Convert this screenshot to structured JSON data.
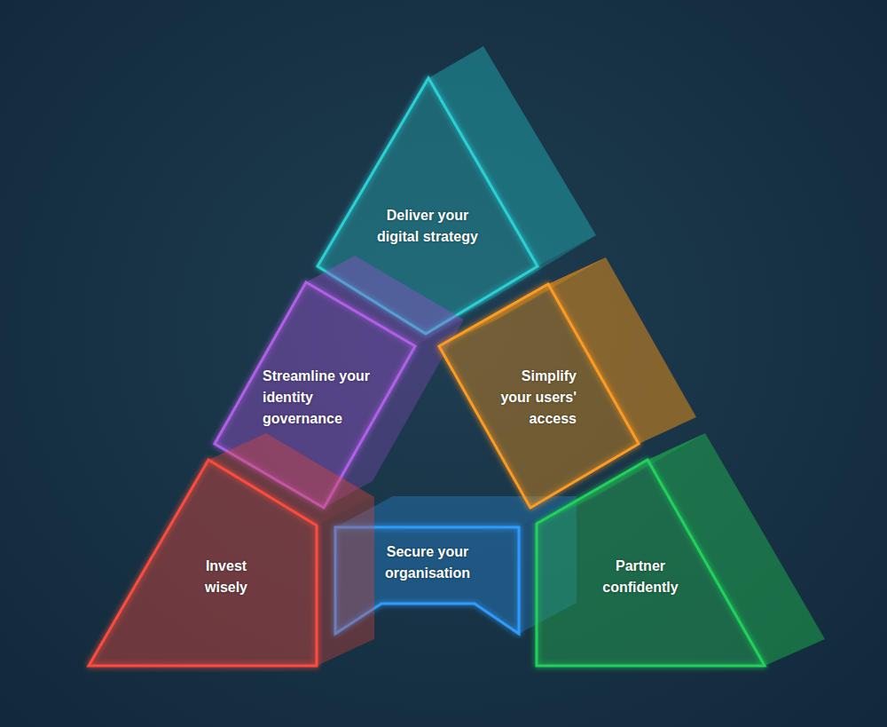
{
  "diagram": {
    "nodes": [
      {
        "text": [
          "Deliver your digital strategy"
        ]
      },
      {
        "text": [
          "Streamline your identity governance"
        ]
      },
      {
        "text": [
          "Simplify your users' access"
        ]
      },
      {
        "text": [
          "Invest wisely"
        ]
      },
      {
        "text": [
          "Secure your organisation"
        ]
      },
      {
        "text": [
          "Partner confidently"
        ]
      }
    ]
  }
}
